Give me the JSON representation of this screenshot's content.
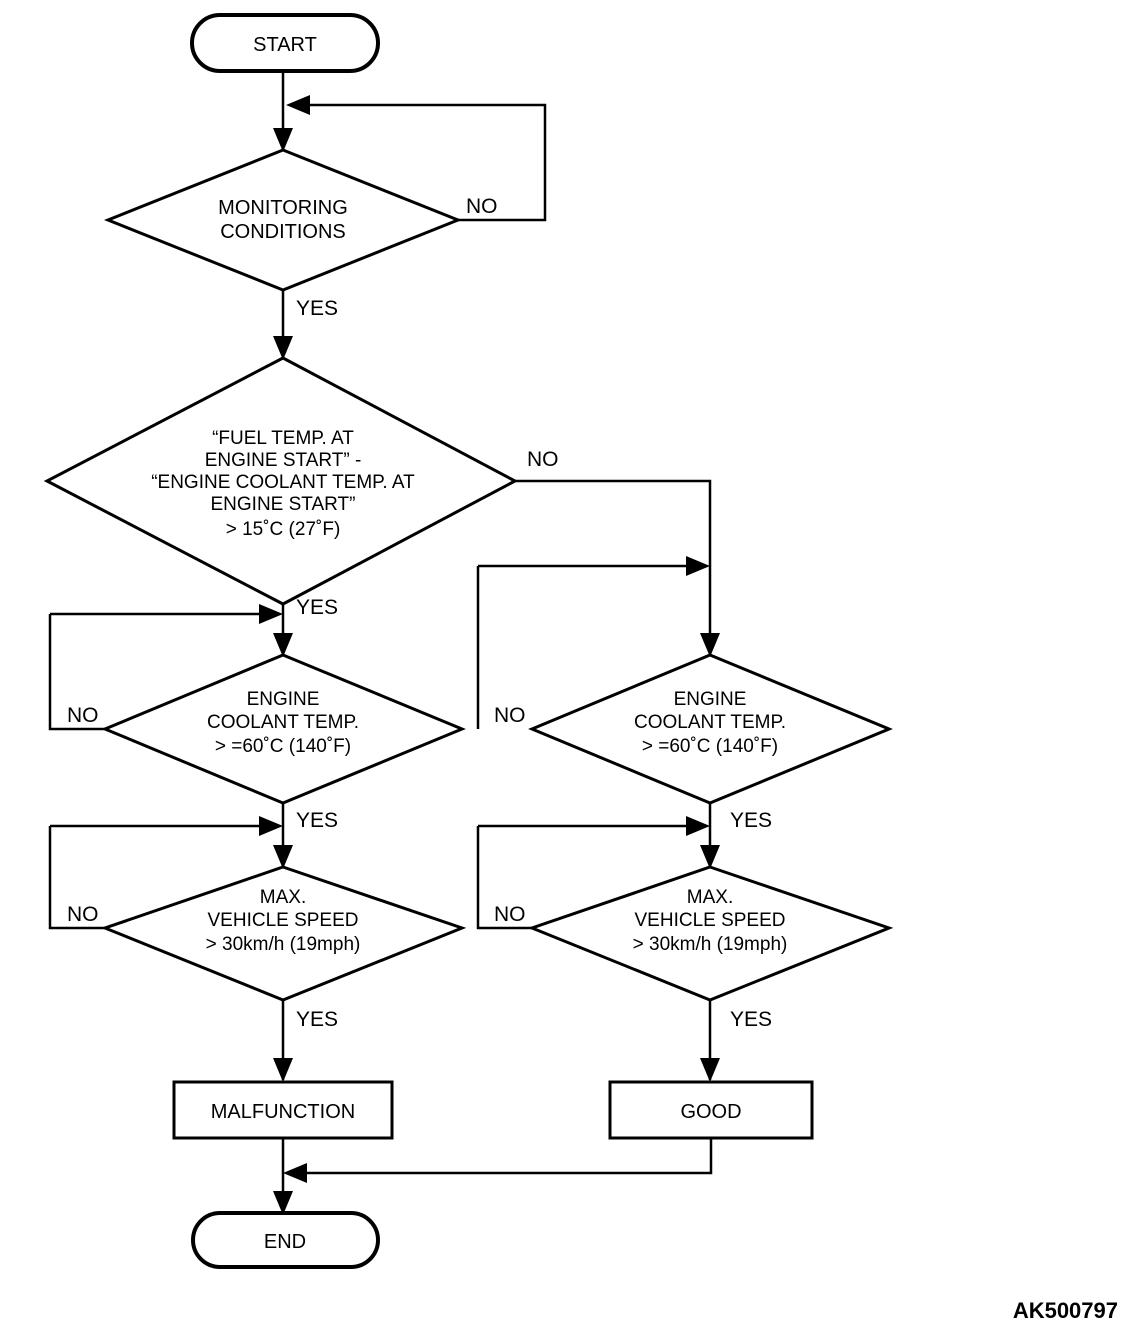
{
  "diagram": {
    "type": "flowchart",
    "title": "",
    "reference_code": "AK500797",
    "nodes": {
      "start": {
        "label": "START",
        "shape": "terminator"
      },
      "monitoring": {
        "lines": [
          "MONITORING",
          "CONDITIONS"
        ],
        "shape": "decision"
      },
      "fuel_temp": {
        "lines": [
          "“FUEL TEMP. AT",
          "ENGINE START” -",
          "“ENGINE COOLANT TEMP. AT",
          "ENGINE START”",
          "> 15˚C (27˚F)"
        ],
        "shape": "decision"
      },
      "coolant_left": {
        "lines": [
          "ENGINE",
          "COOLANT TEMP.",
          "> =60˚C (140˚F)"
        ],
        "shape": "decision"
      },
      "coolant_right": {
        "lines": [
          "ENGINE",
          "COOLANT TEMP.",
          "> =60˚C (140˚F)"
        ],
        "shape": "decision"
      },
      "speed_left": {
        "lines": [
          "MAX.",
          "VEHICLE SPEED",
          "> 30km/h (19mph)"
        ],
        "shape": "decision"
      },
      "speed_right": {
        "lines": [
          "MAX.",
          "VEHICLE SPEED",
          "> 30km/h (19mph)"
        ],
        "shape": "decision"
      },
      "malfunction": {
        "label": "MALFUNCTION",
        "shape": "process"
      },
      "good": {
        "label": "GOOD",
        "shape": "process"
      },
      "end": {
        "label": "END",
        "shape": "terminator"
      }
    },
    "branch_labels": {
      "monitoring_no": "NO",
      "monitoring_yes": "YES",
      "fuel_temp_no": "NO",
      "fuel_temp_yes": "YES",
      "coolant_left_no": "NO",
      "coolant_left_yes": "YES",
      "coolant_right_no": "NO",
      "coolant_right_yes": "YES",
      "speed_left_no": "NO",
      "speed_left_yes": "YES",
      "speed_right_no": "NO",
      "speed_right_yes": "YES"
    },
    "colors": {
      "stroke": "#000000",
      "fill": "#ffffff",
      "background": "#ffffff"
    }
  }
}
